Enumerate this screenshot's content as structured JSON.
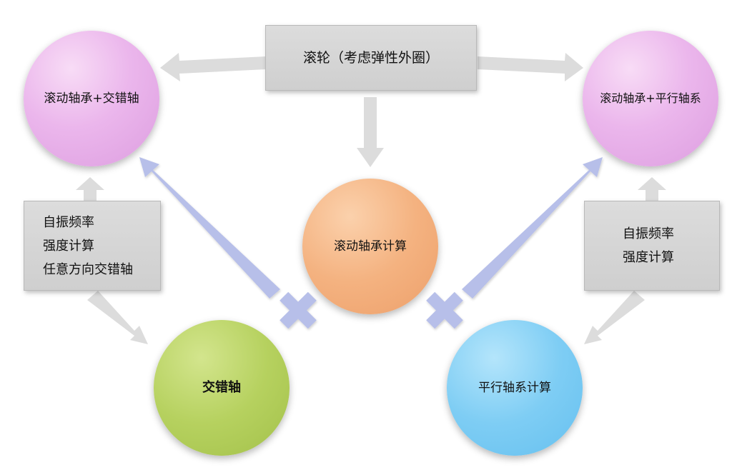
{
  "top_box": {
    "label": "滚轮（考虑弹性外圈）"
  },
  "circles": {
    "top_left": "滚动轴承+交错轴",
    "top_right": "滚动轴承+平行轴系",
    "center": "滚动轴承计算",
    "bottom_left": "交错轴",
    "bottom_right": "平行轴系计算"
  },
  "left_box": {
    "lines": [
      "自振频率",
      "强度计算",
      "任意方向交错轴"
    ]
  },
  "right_box": {
    "lines": [
      "自振频率",
      "强度计算"
    ]
  },
  "colors": {
    "pink": "#e8b4ea",
    "orange": "#f4b280",
    "green": "#b6d15f",
    "blue": "#7ecdf4",
    "gray_box": "#d4d4d4",
    "gray_arrow": "#dcdcdc",
    "lavender_arrow": "#b7bfe9"
  }
}
